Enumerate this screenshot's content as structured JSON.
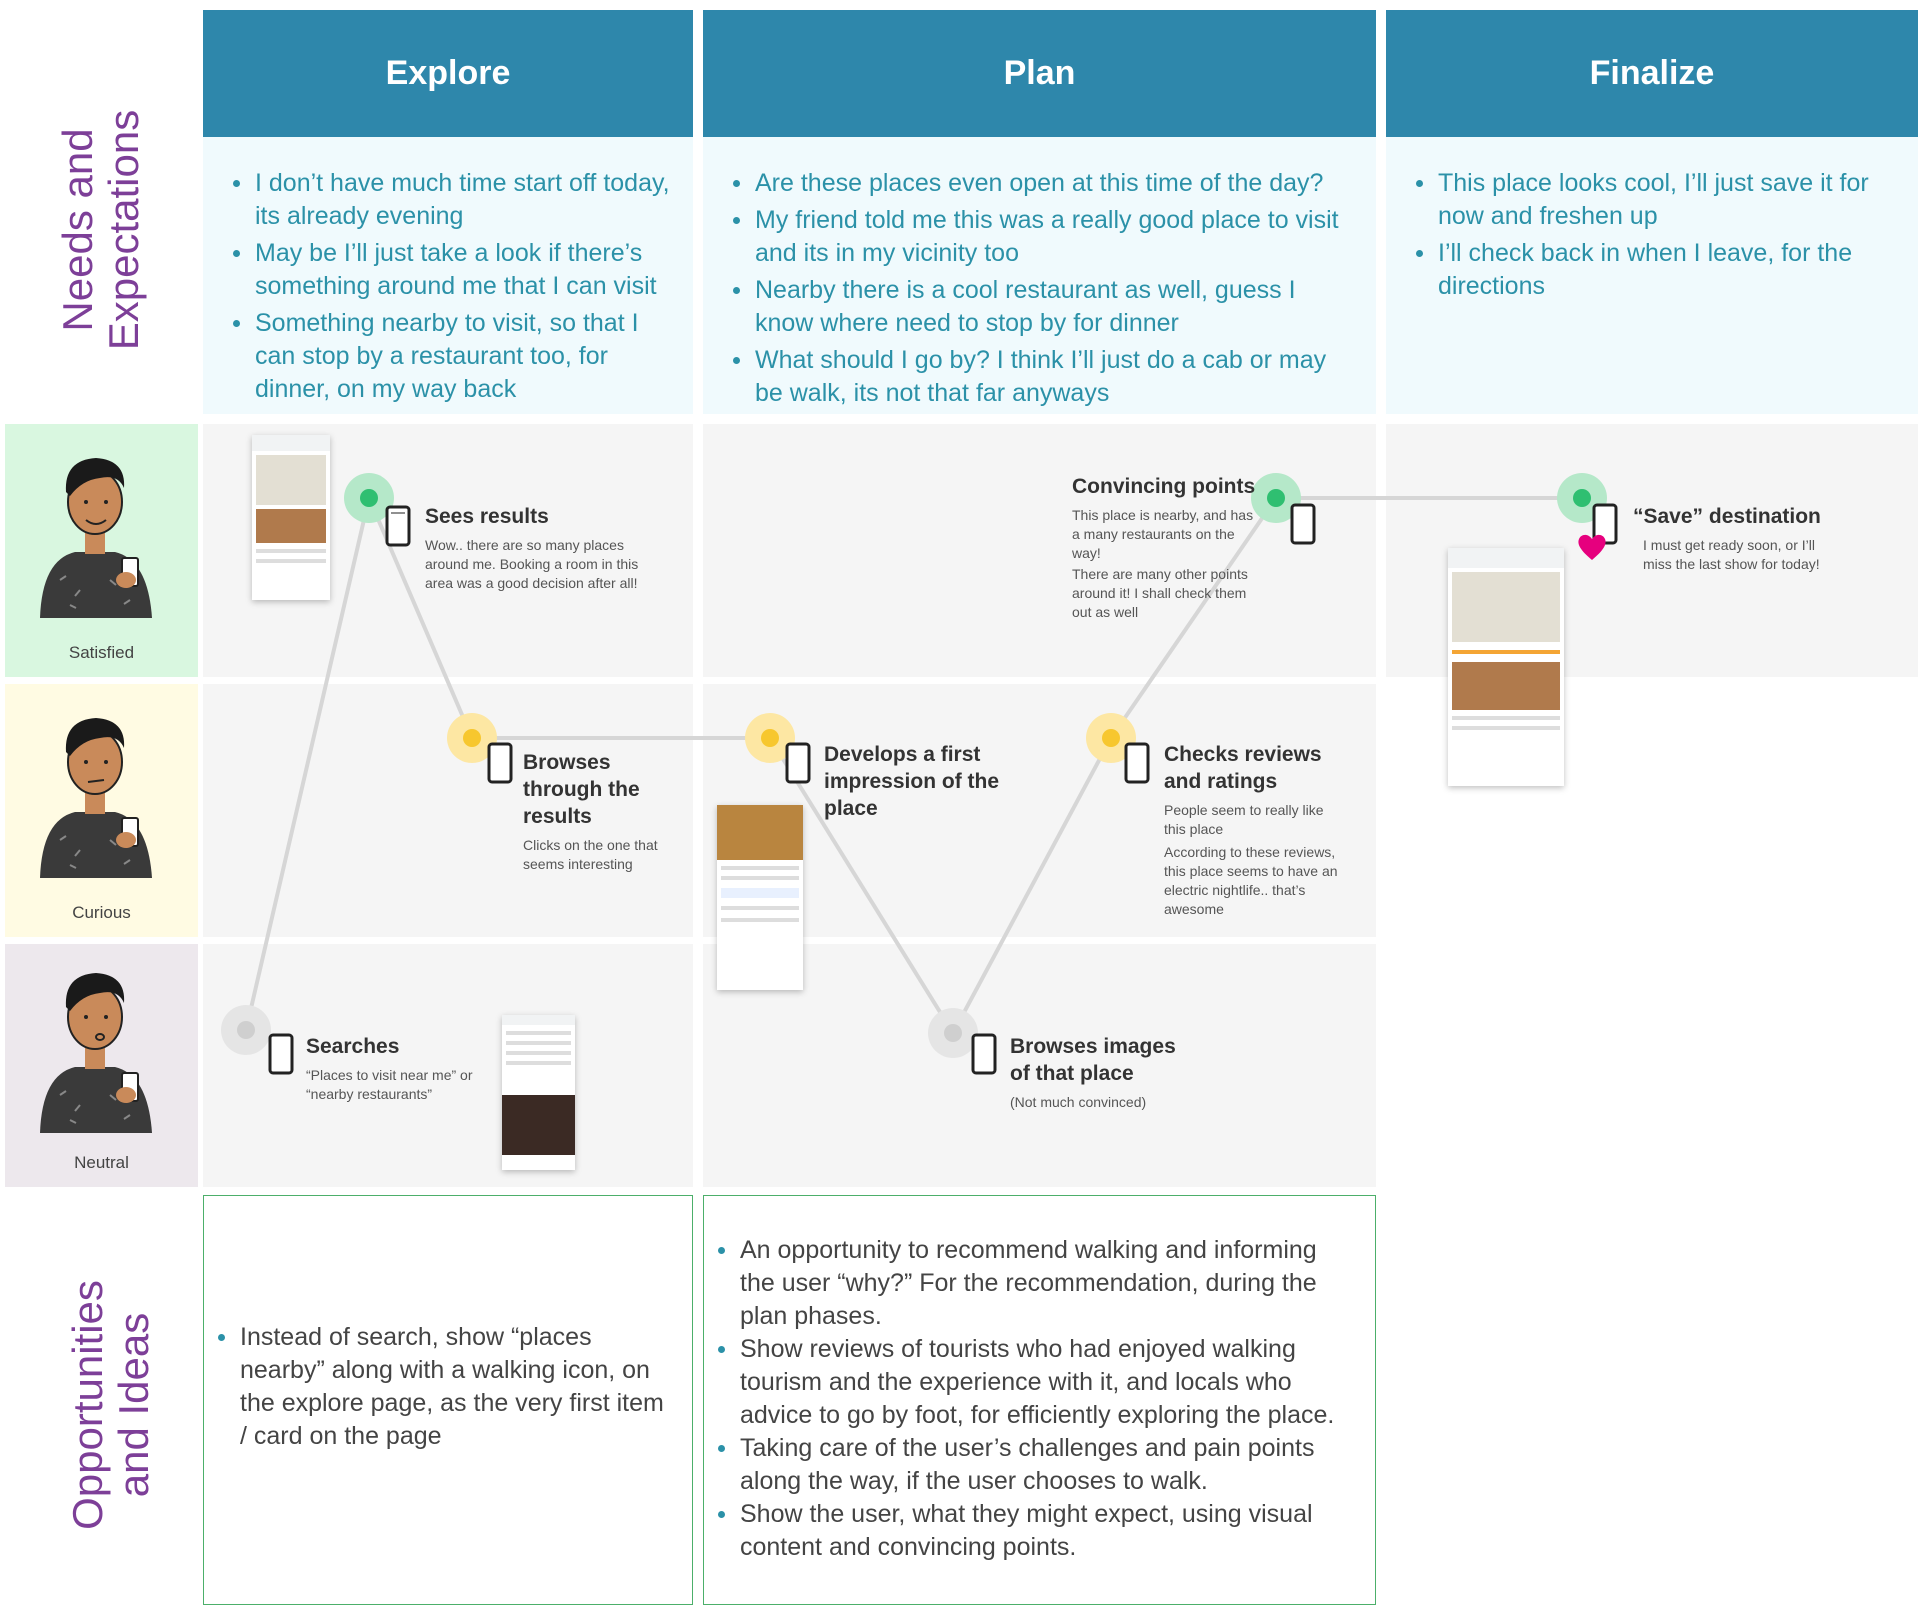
{
  "phases": [
    {
      "title": "Explore"
    },
    {
      "title": "Plan"
    },
    {
      "title": "Finalize"
    }
  ],
  "side_labels": {
    "needs": "Needs and Expectations",
    "opportunities": "Opportunities and Ideas"
  },
  "needs": {
    "explore": [
      "I don’t have much time start off today, its already evening",
      "May be I’ll just take a look if there’s something around me that I can visit",
      "Something nearby to visit, so that I can stop by a restaurant too, for dinner, on my way back"
    ],
    "plan": [
      "Are these places even open at this time of the day?",
      "My friend told me this was a really good place to visit and its in my vicinity too",
      "Nearby there is a cool restaurant as well, guess I know where need to stop by for dinner",
      "What should I go by? I think I’ll just do a cab or may be walk, its not that far anyways"
    ],
    "finalize": [
      "This place looks cool, I’ll just save it for now and freshen up",
      "I’ll check back in when I leave, for the directions"
    ]
  },
  "emotions": [
    {
      "label": "Satisfied",
      "color": "#d9f7e0"
    },
    {
      "label": "Curious",
      "color": "#fffbe3"
    },
    {
      "label": "Neutral",
      "color": "#ede8ed"
    }
  ],
  "steps": {
    "sees_results": {
      "title": "Sees results",
      "desc": [
        "Wow.. there are so many places around me. Booking a room in this area was a good decision after all!"
      ]
    },
    "browses_results": {
      "title": "Browses through the results",
      "desc": [
        "Clicks on the one that seems interesting"
      ]
    },
    "searches": {
      "title": "Searches",
      "desc": [
        "“Places to visit near me” or “nearby restaurants”"
      ]
    },
    "convincing_points": {
      "title": "Convincing points",
      "desc": [
        "This place is nearby, and has a many restaurants on the way!",
        "There are many other points around it! I shall check them out as well"
      ]
    },
    "first_impression": {
      "title": "Develops a first impression of the place",
      "desc": []
    },
    "checks_reviews": {
      "title": "Checks reviews and ratings",
      "desc": [
        "People seem to really like this place",
        "According to these reviews, this place seems to have an electric nightlife.. that’s awesome"
      ]
    },
    "browses_images": {
      "title": "Browses images of that place",
      "desc": [
        "(Not much convinced)"
      ]
    },
    "save_destination": {
      "title": "“Save” destination",
      "desc": [
        "I must get ready soon, or I’ll miss the last show for today!"
      ]
    }
  },
  "opportunities": {
    "explore": [
      "Instead of search, show “places nearby” along with a walking icon, on the explore page, as the very first item / card on the page"
    ],
    "plan": [
      "An opportunity to recommend walking and informing the user “why?” For the recommendation, during the plan phases.",
      "Show reviews of tourists who had enjoyed walking tourism and the experience with it, and locals who advice to go by foot, for efficiently exploring the place.",
      "Taking care of the user’s challenges and pain points along the way, if the user chooses to walk.",
      "Show the user, what they might expect, using visual content and convincing points."
    ]
  },
  "colors": {
    "header": "#2e87ab",
    "needs_text": "#2b91a8",
    "side_label": "#7d3f98",
    "satisfied_dot": "#2fbf71",
    "curious_dot": "#f7c72e",
    "neutral_dot": "#cfcfcf",
    "heart": "#e6007e",
    "opportunity_border": "#4caf6a"
  },
  "icons": [
    "phone-icon",
    "heart-icon",
    "person-avatar"
  ]
}
